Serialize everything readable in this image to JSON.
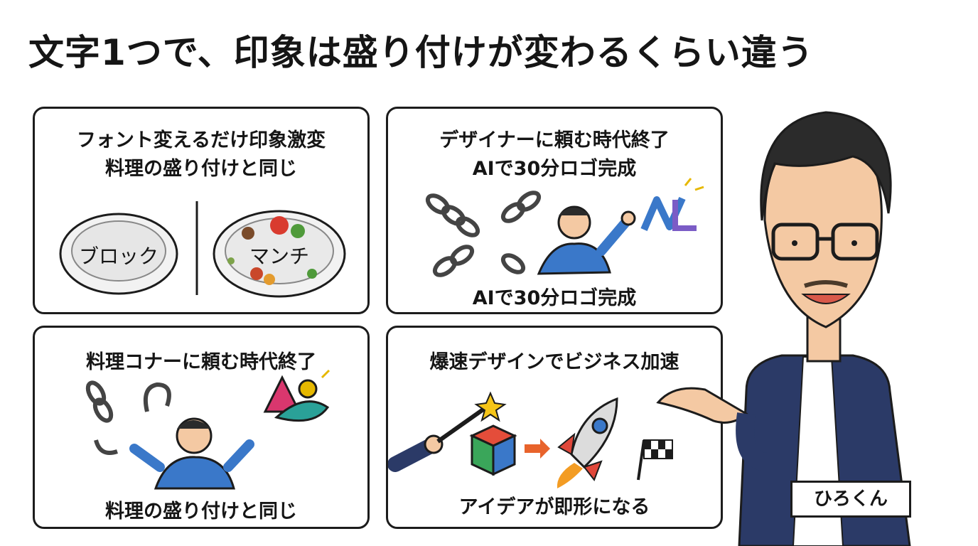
{
  "title": "文字1つで、印象は盛り付けが変わるくらい違う",
  "panels": {
    "p1": {
      "line1": "フォント変えるだけ印象激変",
      "line2": "料理の盛り付けと同じ",
      "plate_left": "ブロック",
      "plate_right": "マンチ"
    },
    "p2": {
      "line1": "デザイナーに頼む時代終了",
      "line2": "AIで30分ロゴ完成",
      "bottom": "AIで30分ロゴ完成",
      "logo": "NL"
    },
    "p3": {
      "line1": "料理コナーに頼む時代終了",
      "bottom": "料理の盛り付けと同じ"
    },
    "p4": {
      "line1": "爆速デザインでビジネス加速",
      "bottom": "アイデアが即形になる"
    }
  },
  "presenter": {
    "name": "ひろくん"
  },
  "colors": {
    "outline": "#1c1c1c",
    "jacket": "#2b3a67",
    "shirt_blue": "#3a78c9",
    "rocket_red": "#e0473a"
  }
}
